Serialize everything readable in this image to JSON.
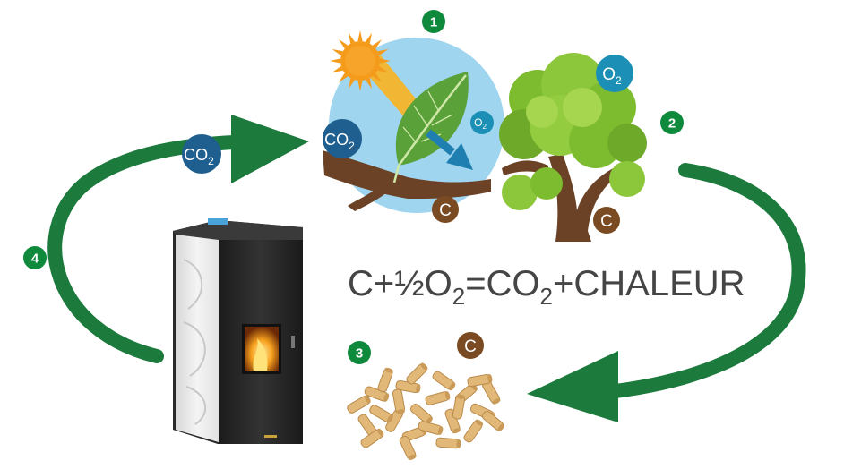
{
  "colors": {
    "arrow_green": "#1b7a3c",
    "badge_green": "#0f8a3d",
    "co2_blue": "#1f5f8f",
    "o2_blue": "#1b8fb5",
    "carbon_brown": "#7a4a22",
    "sky_circle": "#9fd5ef",
    "sun": "#f59b1c",
    "leaf": "#5aa13a",
    "tree": "#7dbb2f",
    "equation_text": "#454545"
  },
  "steps": [
    {
      "number": "1"
    },
    {
      "number": "2"
    },
    {
      "number": "3"
    },
    {
      "number": "4"
    }
  ],
  "labels": {
    "co2_arrow": {
      "main": "CO",
      "sub": "2"
    },
    "co2_branch": {
      "main": "CO",
      "sub": "2"
    },
    "o2_tree": {
      "main": "O",
      "sub": "2"
    },
    "o2_leaf": {
      "main": "O",
      "sub": "2"
    },
    "carbon_branch": "C",
    "carbon_tree": "C",
    "carbon_pellets": "C"
  },
  "equation": {
    "part1": "C+½O",
    "sub1": "2",
    "part2": "=CO",
    "sub2": "2",
    "part3": "+CHALEUR"
  },
  "icons": {
    "sun": "sun-icon",
    "leaf": "leaf-icon",
    "tree": "tree-icon",
    "stove": "pellet-stove-icon",
    "pellets": "wood-pellets-icon",
    "flame": "flame-icon"
  }
}
